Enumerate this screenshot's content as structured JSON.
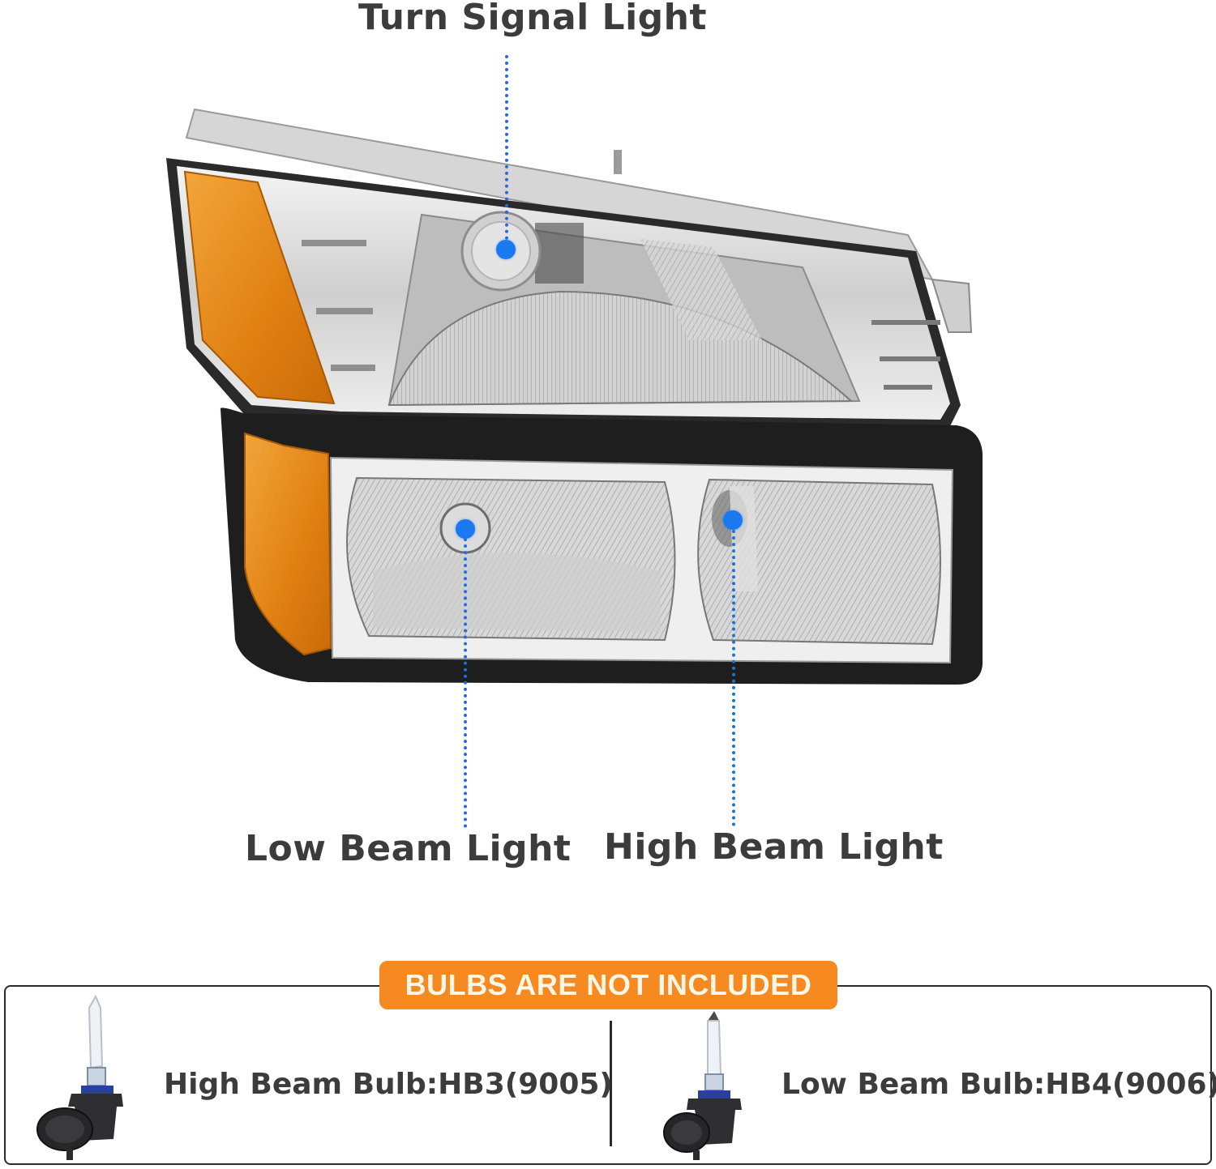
{
  "callouts": {
    "turn_signal": "Turn Signal Light",
    "low_beam": "Low Beam Light",
    "high_beam": "High Beam Light"
  },
  "notice": {
    "text": "BULBS ARE NOT INCLUDED",
    "color": "#f6891f"
  },
  "bulbs": [
    {
      "label": "High Beam Bulb:HB3(9005)",
      "icon": "hb3-bulb-icon"
    },
    {
      "label": "Low Beam Bulb:HB4(9006)",
      "icon": "hb4-bulb-icon"
    }
  ],
  "colors": {
    "marker": "#1a78f0",
    "amber": "#e8870f",
    "text": "#3c3c3c",
    "chrome": "#d9d9d9"
  }
}
